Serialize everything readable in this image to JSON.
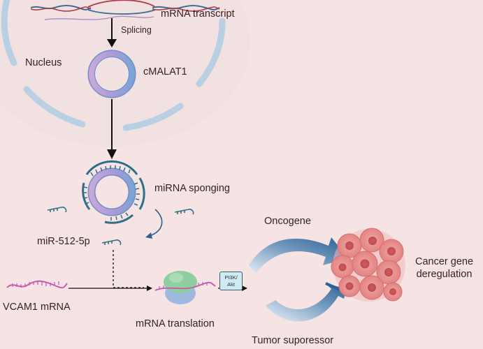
{
  "labels": {
    "mrna_transcript": "mRNA transcript",
    "splicing": "Splicing",
    "nucleus": "Nucleus",
    "cmalat1": "cMALAT1",
    "mirna_sponging": "miRNA sponging",
    "mir": "miR-512-5p",
    "vcam1": "VCAM1 mRNA",
    "translation": "mRNA translation",
    "pi3k_line1": "PI3K/",
    "pi3k_line2": "Akt",
    "oncogene": "Oncogene",
    "tumor_suppressor": "Tumor suporessor",
    "cancer_line1": "Cancer gene",
    "cancer_line2": "deregulation"
  },
  "colors": {
    "background": "#f6e3e3",
    "nucleus_fill": "#f1e0e0",
    "nucleus_envelope": "#b9cfe2",
    "circrna_blue": "#7fa6d6",
    "circrna_purple": "#b9a1d6",
    "mirna_teal": "#2f6f86",
    "mrna_magenta": "#c45fb0",
    "ribosome_green": "#8fcf9f",
    "oncogene_arrow": "#2d5f92",
    "tumor_cells": "#e68a8a"
  },
  "icons": {
    "splicing_arrow": "down-arrow-icon",
    "sponge_arrow": "down-arrow-icon",
    "inhibition": "dashed-inhibition-icon"
  }
}
